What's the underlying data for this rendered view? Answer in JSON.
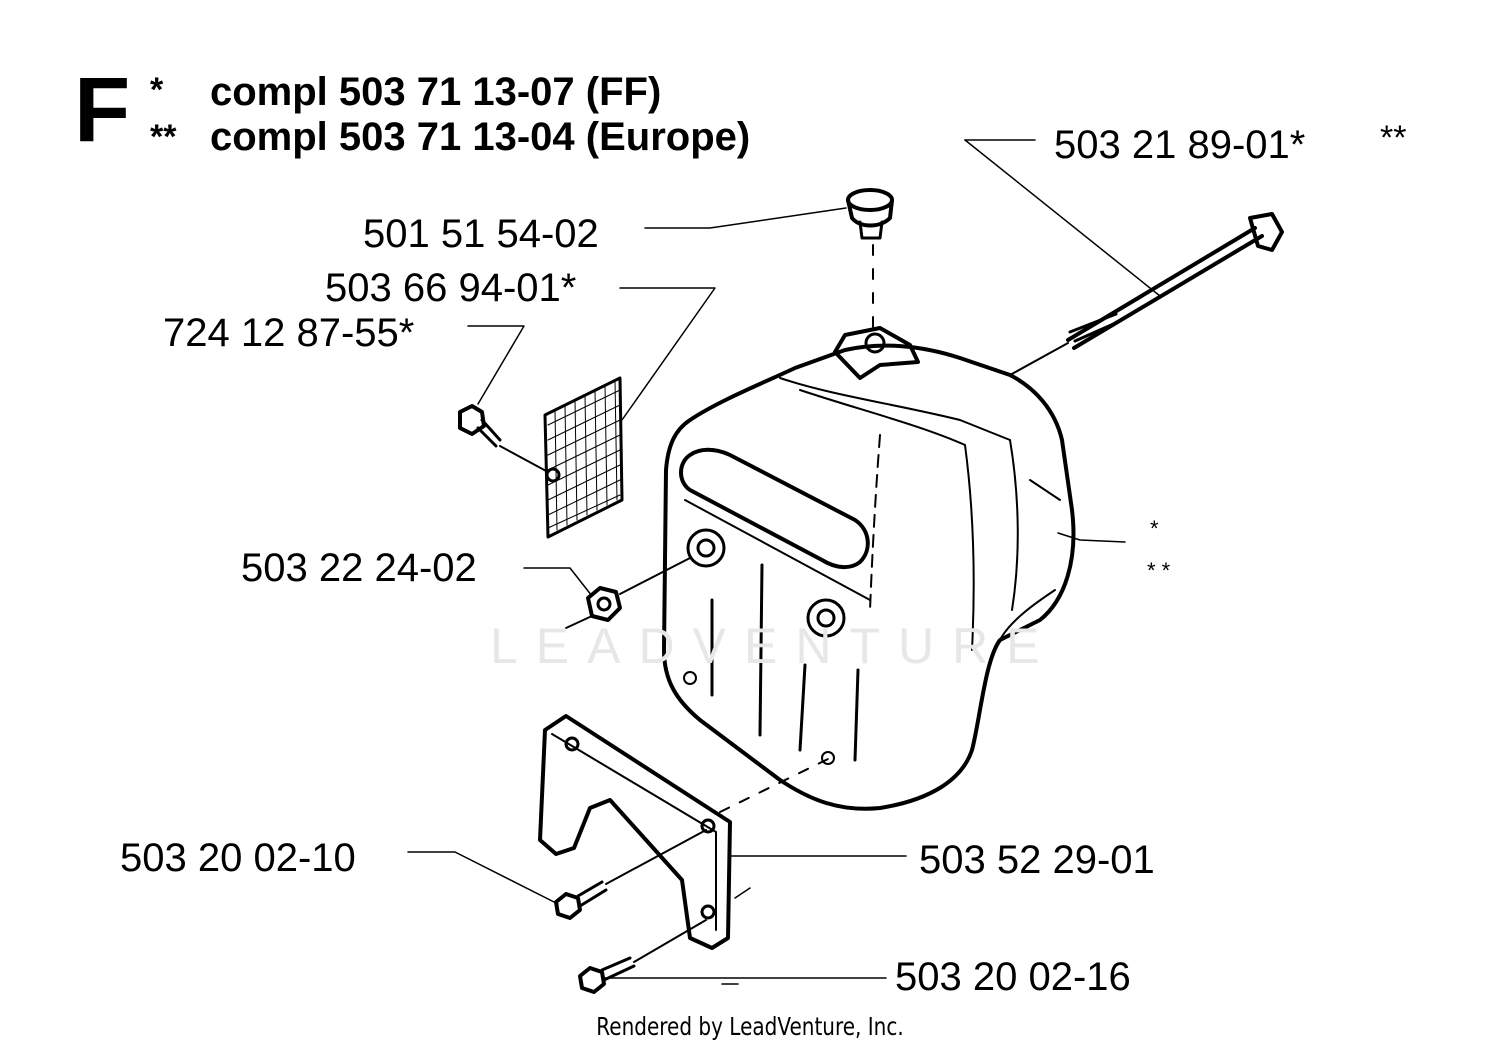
{
  "header": {
    "section_letter": "F",
    "line1_marker": "*",
    "line1_text": "compl 503 71 13-07 (FF)",
    "line2_marker": "**",
    "line2_text": "compl 503 71 13-04 (Europe)"
  },
  "labels": {
    "bolt_top": "503 21 89-01*",
    "bolt_top_marker": "**",
    "plug": "501 51 54-02",
    "screen": "503 66 94-01*",
    "screen_screw": "724 12 87-55*",
    "nut": "503 22 24-02",
    "muffler_marker1": "*",
    "muffler_marker2": "* *",
    "screw_1": "503 20 02-10",
    "bracket": "503 52 29-01",
    "screw_2": "503 20 02-16"
  },
  "watermark": "LEADVENTURE",
  "footer": "Rendered by LeadVenture, Inc."
}
